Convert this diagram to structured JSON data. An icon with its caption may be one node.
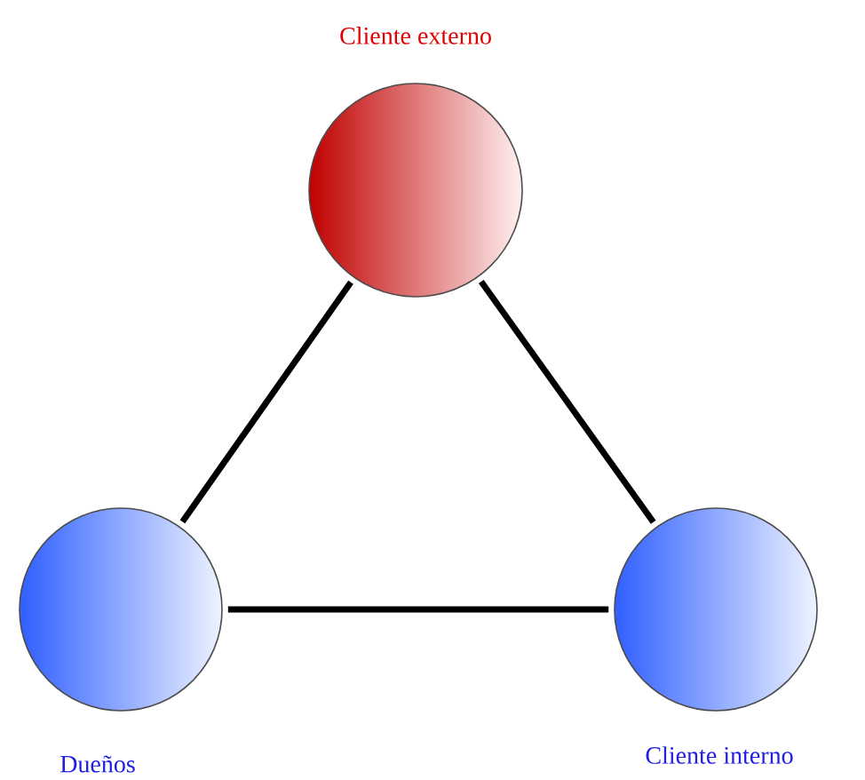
{
  "diagram": {
    "nodes": [
      {
        "text": [
          "Cliente externo"
        ]
      },
      {
        "text": [
          "Dueños"
        ]
      },
      {
        "text": [
          "Cliente interno"
        ]
      }
    ],
    "edges": [
      {
        "from": 0,
        "to": 1,
        "arrow": "none"
      },
      {
        "from": 0,
        "to": 2,
        "arrow": "none"
      },
      {
        "from": 1,
        "to": 2,
        "arrow": "none"
      }
    ]
  }
}
